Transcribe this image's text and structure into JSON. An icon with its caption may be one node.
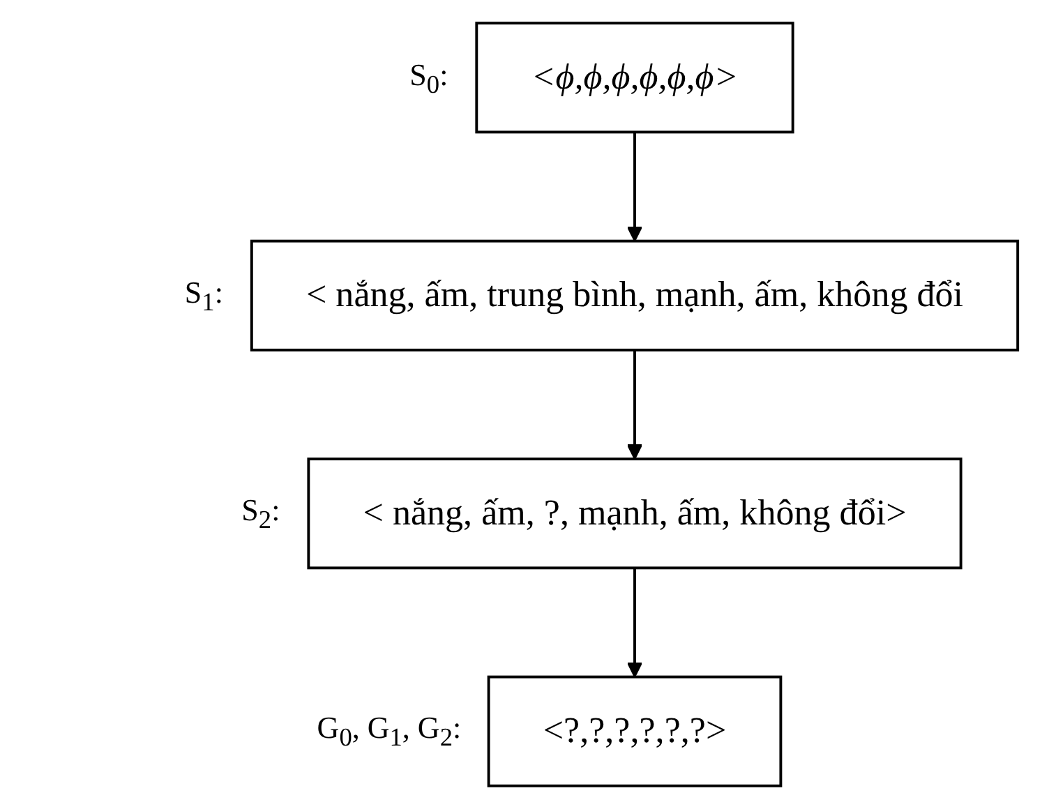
{
  "diagram": {
    "nodes": [
      {
        "text": [
          "<ϕ,ϕ,ϕ,ϕ,ϕ,ϕ>"
        ],
        "beside": [
          "S$_{0}$:"
        ]
      },
      {
        "text": [
          "< nắng, ấm, trung bình, mạnh, ấm, không đổi"
        ],
        "beside": [
          "S$_{1}$:"
        ]
      },
      {
        "text": [
          "< nắng, ấm, ?, mạnh, ấm, không đổi>"
        ],
        "beside": [
          "S$_{2}$:"
        ]
      },
      {
        "text": [
          "<?,?,?,?,?,?>"
        ],
        "beside": [
          "G$_{0}$, G$_{1}$, G$_{2}$:"
        ]
      }
    ],
    "edges": [
      {
        "from": 0,
        "to": 1,
        "arrow": "to"
      },
      {
        "from": 1,
        "to": 2,
        "arrow": "to"
      },
      {
        "from": 2,
        "to": 3,
        "arrow": "to"
      }
    ]
  }
}
